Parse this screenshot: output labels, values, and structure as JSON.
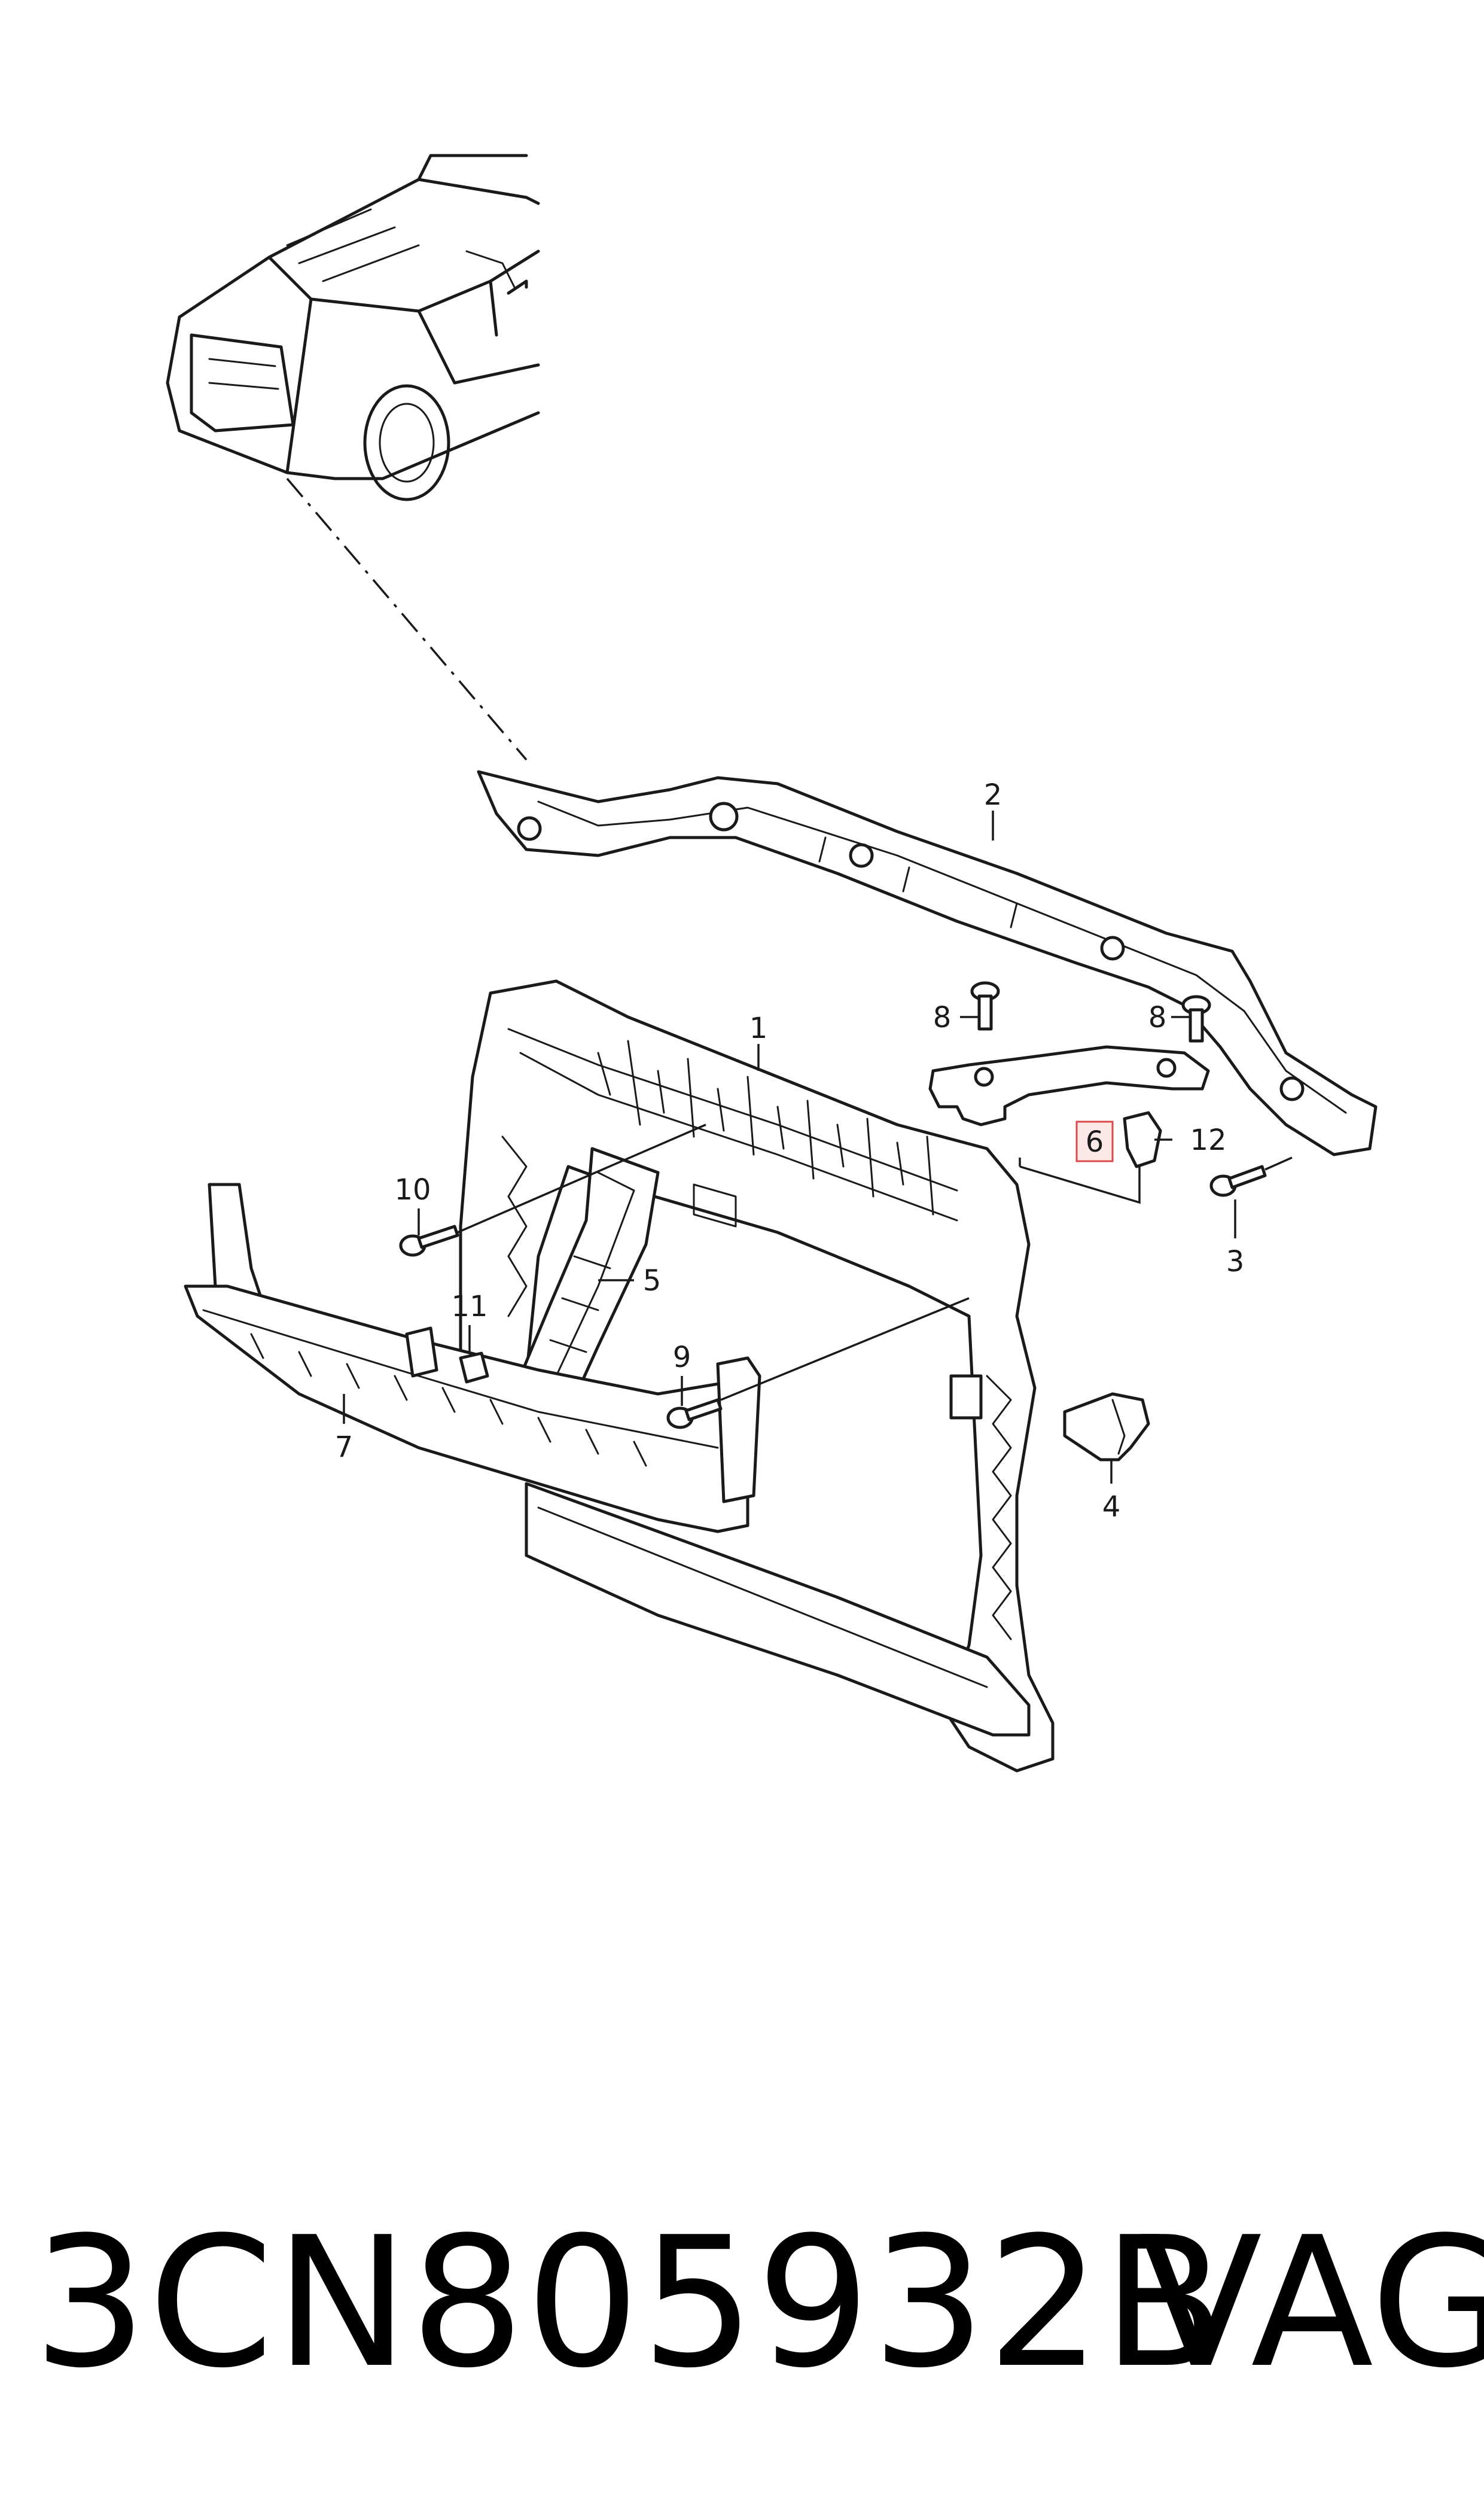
{
  "callouts": {
    "c1": "1",
    "c2": "2",
    "c3": "3",
    "c4": "4",
    "c5": "5",
    "c6": "6",
    "c7": "7",
    "c8a": "8",
    "c8b": "8",
    "c9": "9",
    "c10": "10",
    "c11": "11",
    "c12": "12"
  },
  "highlighted_callout": "6",
  "highlight_color": "#d94a4a",
  "footer": {
    "part_number": "3CN805932B",
    "brand": "VAG"
  }
}
